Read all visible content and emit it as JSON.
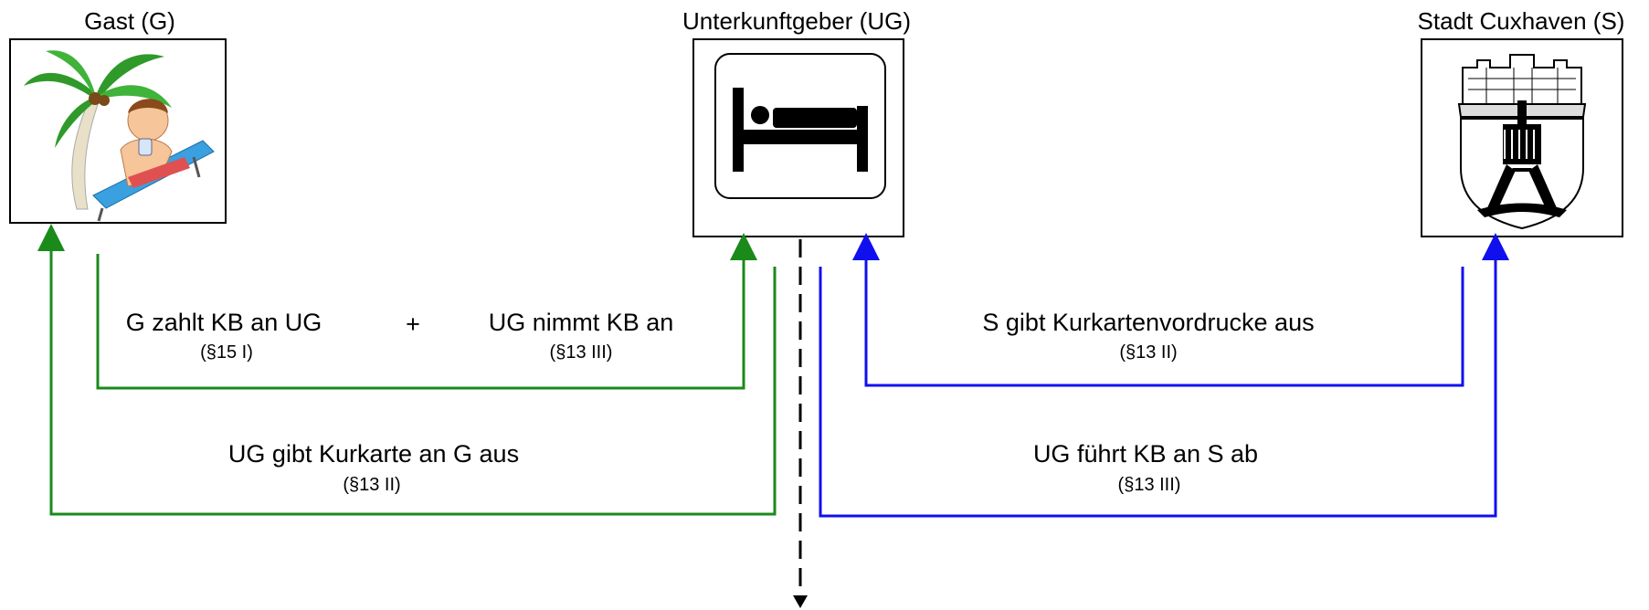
{
  "actors": {
    "guest": {
      "title": "Gast (G)",
      "icon": "beach-guest-illustration-icon"
    },
    "host": {
      "title": "Unterkunftgeber (UG)",
      "icon": "hotel-bed-icon"
    },
    "city": {
      "title": "Stadt Cuxhaven (S)",
      "icon": "city-coat-of-arms-icon"
    }
  },
  "flows": {
    "guest_pays": {
      "text": "G zahlt KB an UG",
      "ref": "(§15 I)"
    },
    "plus": "+",
    "host_accepts": {
      "text": "UG nimmt KB an",
      "ref": "(§13 III)"
    },
    "host_issues_card": {
      "text": "UG gibt Kurkarte an G aus",
      "ref": "(§13 II)"
    },
    "city_issues_forms": {
      "text": "S gibt Kurkartenvordrucke aus",
      "ref": "(§13 II)"
    },
    "host_transfers": {
      "text": "UG führt KB an S ab",
      "ref": "(§13 III)"
    }
  },
  "colors": {
    "green": "#1a8a1a",
    "blue": "#1010ee",
    "black": "#000000"
  }
}
